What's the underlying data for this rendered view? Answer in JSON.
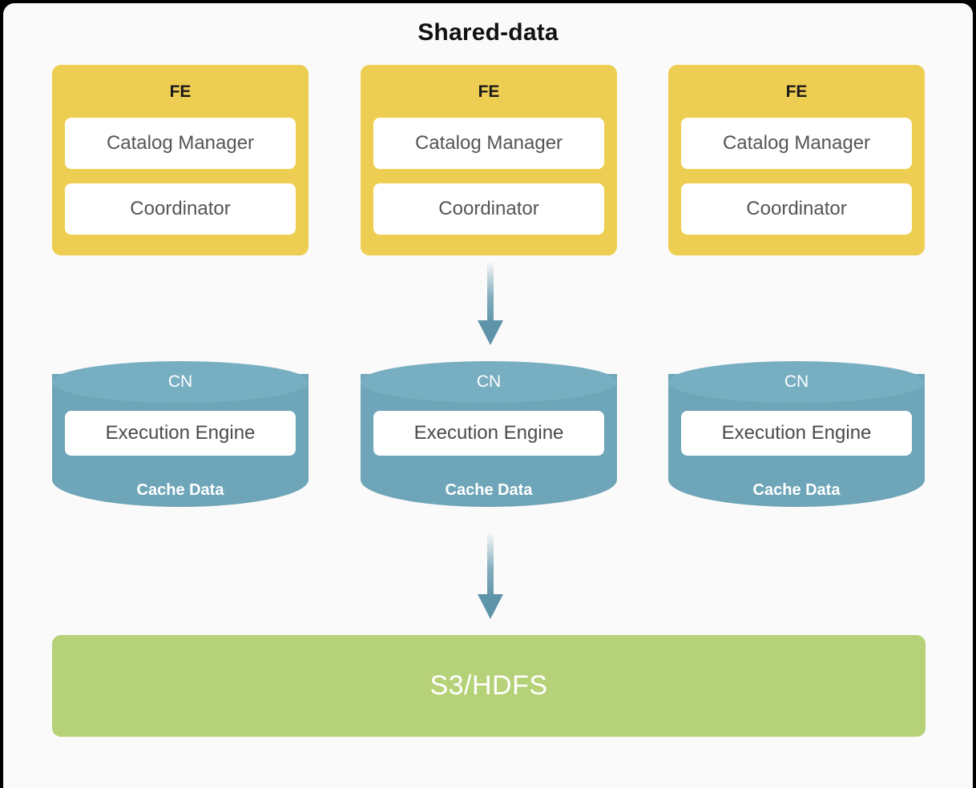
{
  "diagram": {
    "title": "Shared-data",
    "card_background": "#FAFAFA",
    "page_background": "#000000"
  },
  "fe_layer": {
    "node_color": "#EECE52",
    "title_color": "#1B1B1B",
    "nodes": [
      {
        "title": "FE",
        "components": [
          "Catalog Manager",
          "Coordinator"
        ]
      },
      {
        "title": "FE",
        "components": [
          "Catalog Manager",
          "Coordinator"
        ]
      },
      {
        "title": "FE",
        "components": [
          "Catalog Manager",
          "Coordinator"
        ]
      }
    ]
  },
  "cn_layer": {
    "node_color": "#6EA5B8",
    "node_top_color": "#77AEC1",
    "nodes": [
      {
        "title": "CN",
        "component": "Execution Engine",
        "footer": "Cache Data"
      },
      {
        "title": "CN",
        "component": "Execution Engine",
        "footer": "Cache Data"
      },
      {
        "title": "CN",
        "component": "Execution Engine",
        "footer": "Cache Data"
      }
    ]
  },
  "storage_layer": {
    "label": "S3/HDFS",
    "color": "#B6D278",
    "text_color": "#FFFFFF"
  },
  "arrows": [
    {
      "name": "fe-to-cn-arrow",
      "direction": "down",
      "color": "#5E94AA"
    },
    {
      "name": "cn-to-storage-arrow",
      "direction": "down",
      "color": "#5E94AA"
    }
  ]
}
